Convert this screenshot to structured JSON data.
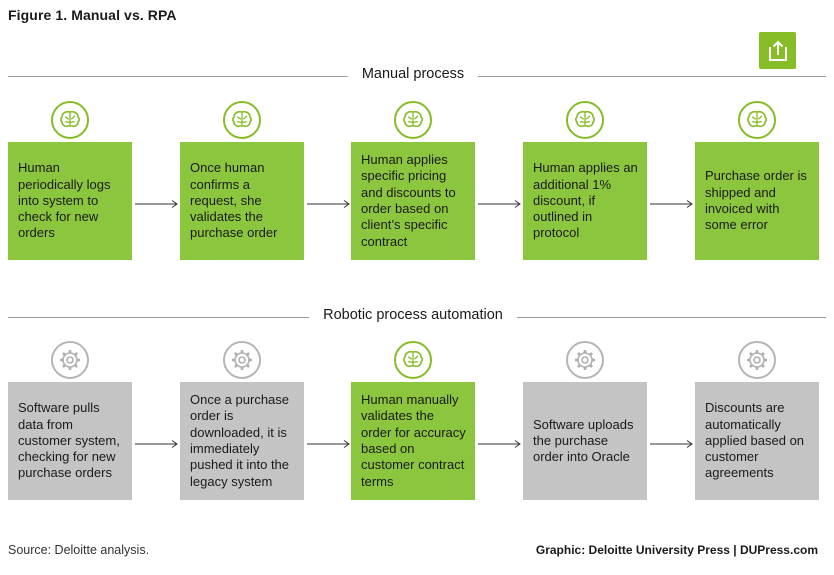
{
  "figure_title": "Figure 1. Manual vs. RPA",
  "share_icon": "share-upload-icon",
  "accent_color": "#86bc25",
  "box_colors": {
    "human": "#8cc63f",
    "software": "#c4c4c4"
  },
  "manual": {
    "label": "Manual process",
    "steps": [
      {
        "icon": "brain-icon",
        "kind": "human",
        "text": "Human periodically logs into system to check for new orders"
      },
      {
        "icon": "brain-icon",
        "kind": "human",
        "text": "Once human confirms a request, she validates the purchase order"
      },
      {
        "icon": "brain-icon",
        "kind": "human",
        "text": "Human applies specific pricing and discounts to order based on client’s specific contract"
      },
      {
        "icon": "brain-icon",
        "kind": "human",
        "text": "Human applies an additional 1% discount, if outlined in protocol"
      },
      {
        "icon": "brain-icon",
        "kind": "human",
        "text": "Purchase order is shipped and invoiced with some error"
      }
    ]
  },
  "rpa": {
    "label": "Robotic process automation",
    "steps": [
      {
        "icon": "gear-icon",
        "kind": "software",
        "text": "Software pulls data from customer system, checking for new purchase orders"
      },
      {
        "icon": "gear-icon",
        "kind": "software",
        "text": "Once a purchase order is downloaded, it is immediately pushed it into the legacy system"
      },
      {
        "icon": "brain-icon",
        "kind": "human",
        "text": "Human manually validates the order for accuracy based on customer contract terms"
      },
      {
        "icon": "gear-icon",
        "kind": "software",
        "text": "Software uploads the purchase order into Oracle"
      },
      {
        "icon": "gear-icon",
        "kind": "software",
        "text": "Discounts are automatically applied based on customer agreements"
      }
    ]
  },
  "source": "Source: Deloitte analysis.",
  "credit": "Graphic: Deloitte University Press  |  DUPress.com"
}
